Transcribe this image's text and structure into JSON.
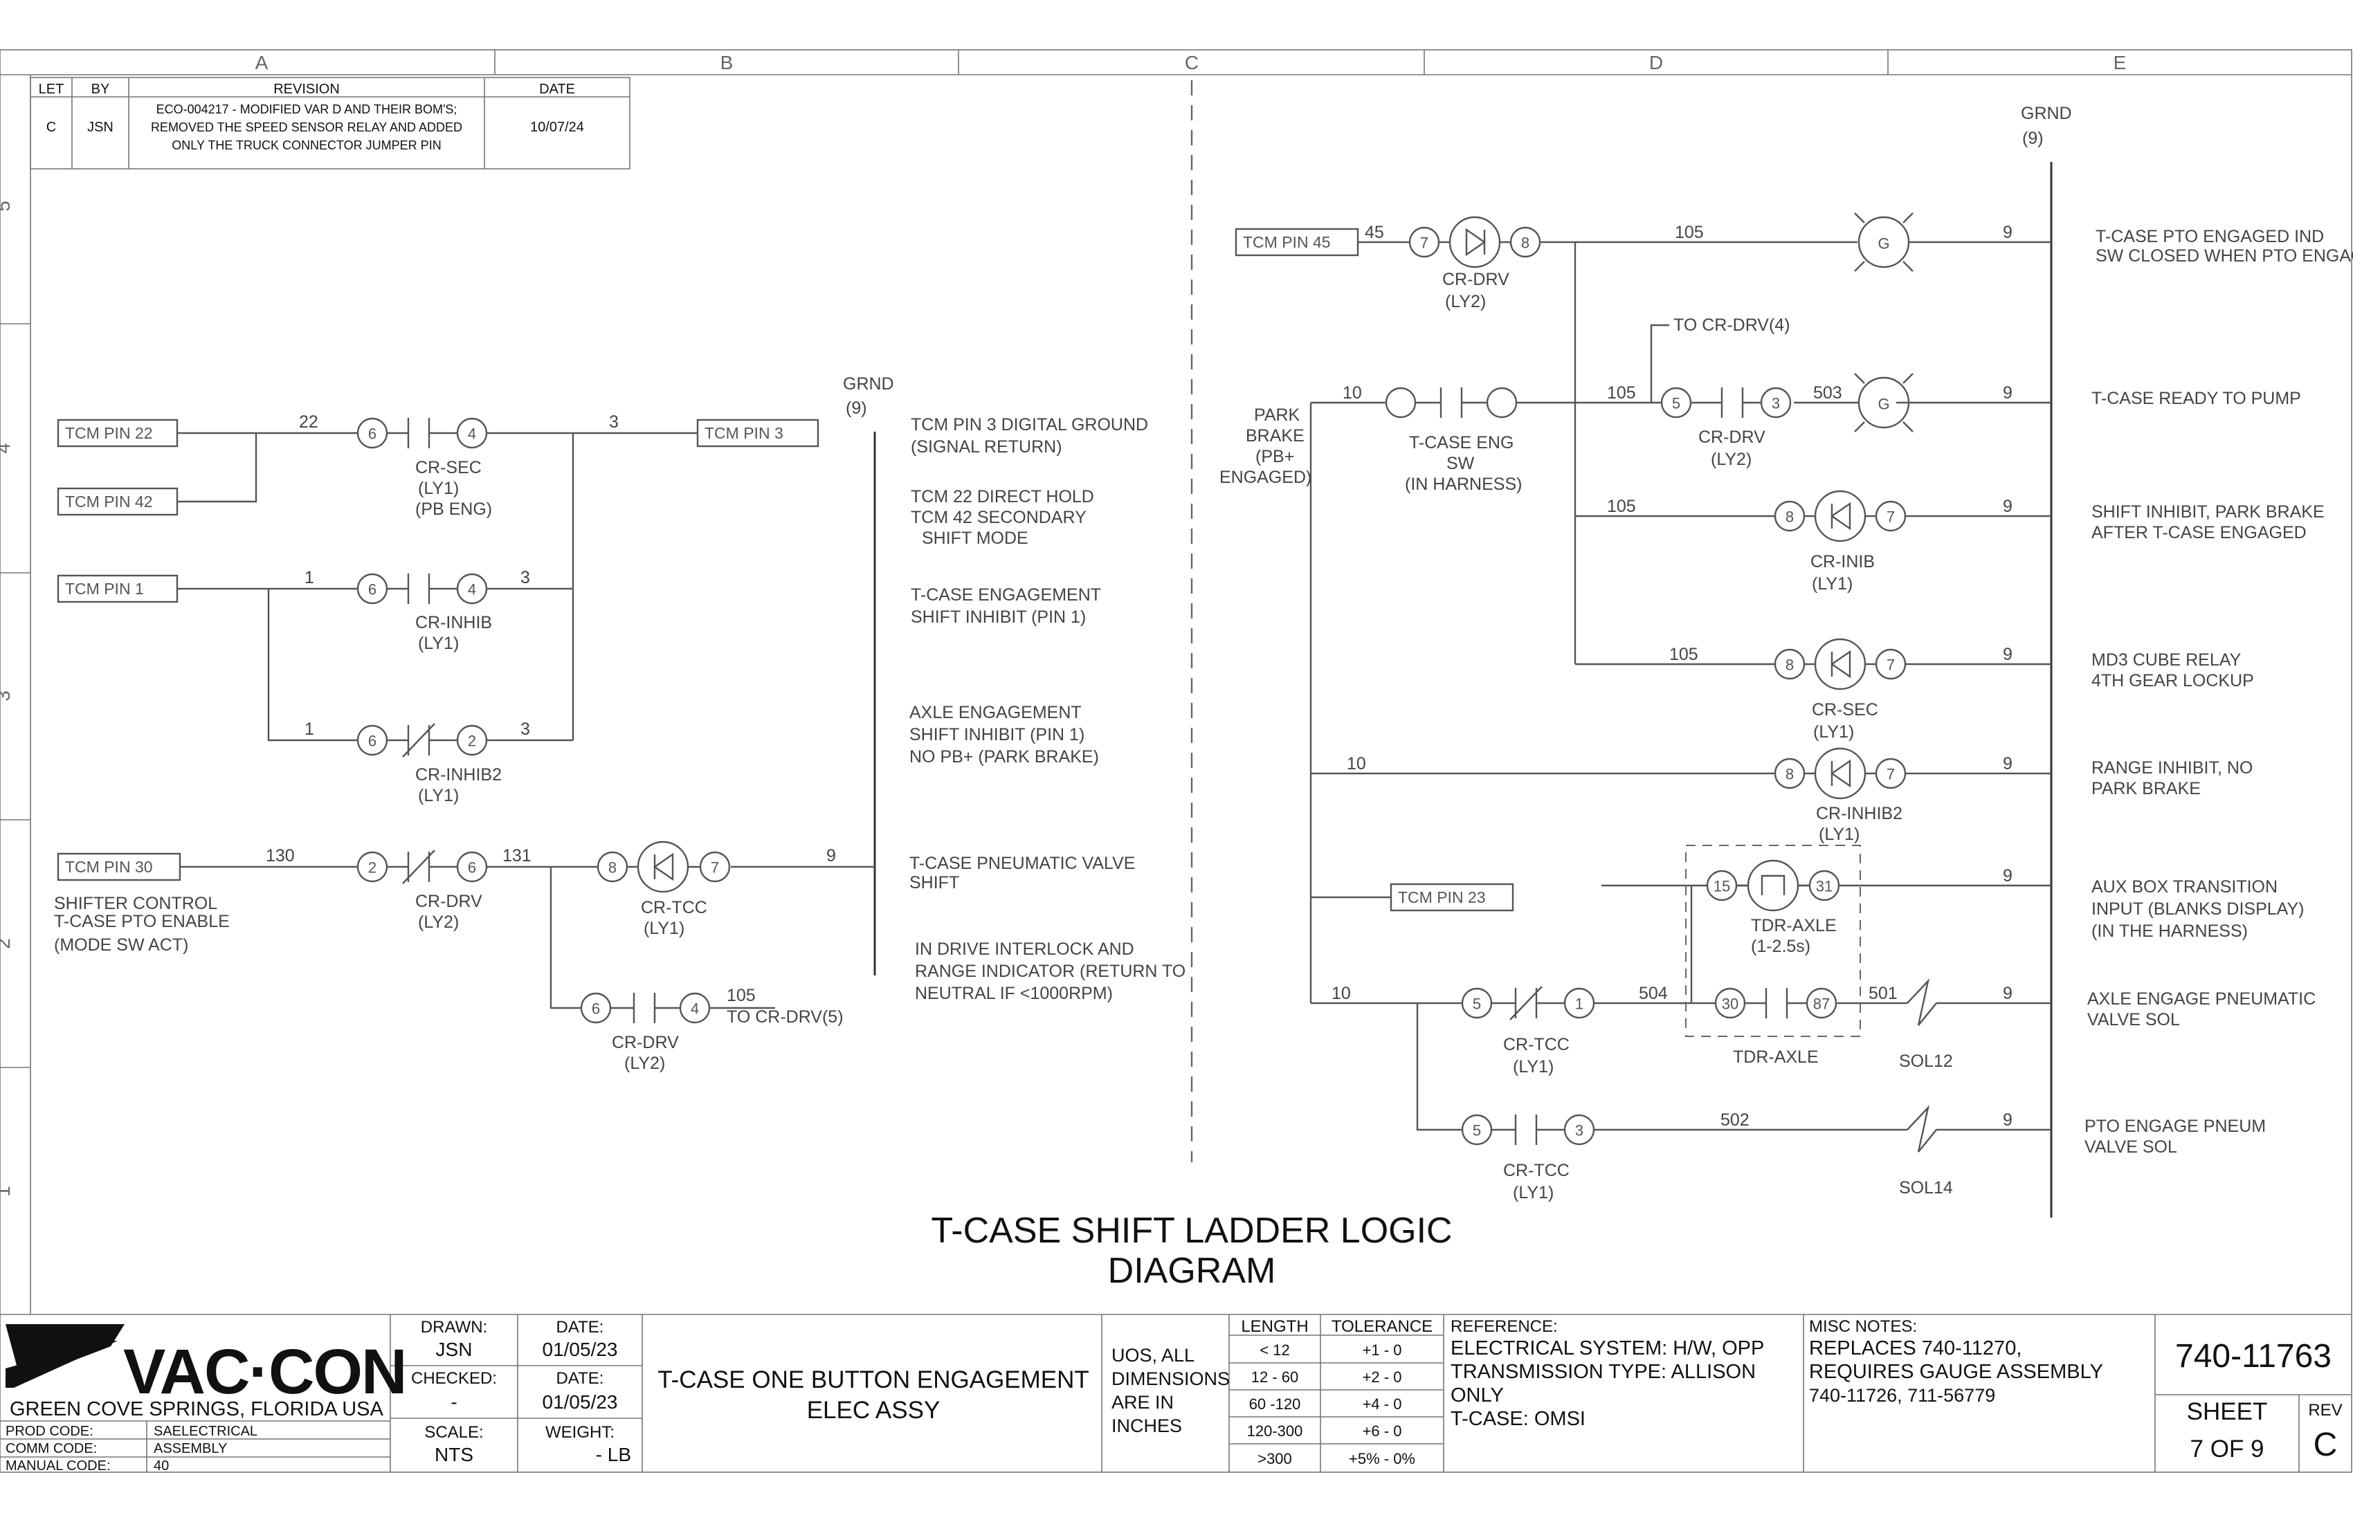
{
  "zones": {
    "columns": [
      "A",
      "B",
      "C",
      "D",
      "E"
    ],
    "rows": [
      "5",
      "4",
      "3",
      "2",
      "1"
    ]
  },
  "revision": {
    "headers": {
      "let": "LET",
      "by": "BY",
      "revision": "REVISION",
      "date": "DATE"
    },
    "row": {
      "let": "C",
      "by": "JSN",
      "text": [
        "ECO-004217 - MODIFIED VAR D AND THEIR BOM'S;",
        "REMOVED THE SPEED SENSOR RELAY AND ADDED",
        "ONLY THE TRUCK CONNECTOR JUMPER PIN"
      ],
      "date": "10/07/24"
    }
  },
  "left": {
    "grnd": [
      "GRND",
      "(9)"
    ],
    "tags": {
      "tcm22": "TCM PIN 22",
      "tcm42": "TCM PIN 42",
      "tcm3": "TCM PIN 3",
      "tcm1": "TCM PIN 1",
      "tcm30": "TCM PIN 30"
    },
    "wires": {
      "w22": "22",
      "w3a": "3",
      "w1a": "1",
      "w3b": "3",
      "w1b": "1",
      "w3c": "3",
      "w130": "130",
      "w131": "131",
      "w9": "9",
      "w105": "105"
    },
    "pins": {
      "a1": "6",
      "a2": "4",
      "b1": "6",
      "b2": "4",
      "c1": "6",
      "c2": "2",
      "d1": "2",
      "d2": "6",
      "e1": "8",
      "e2": "7",
      "f1": "6",
      "f2": "4"
    },
    "labels": {
      "crsec": [
        "CR-SEC",
        "(LY1)",
        "(PB ENG)"
      ],
      "crinhib": [
        "CR-INHIB",
        "(LY1)"
      ],
      "crinhib2": [
        "CR-INHIB2",
        "(LY1)"
      ],
      "crdrv": [
        "CR-DRV",
        "(LY2)"
      ],
      "crtcc": [
        "CR-TCC",
        "(LY1)"
      ],
      "crdrv2": [
        "CR-DRV",
        "(LY2)"
      ],
      "todrv": "TO CR-DRV(5)",
      "shifter": [
        "SHIFTER CONTROL",
        "T-CASE PTO ENABLE",
        "(MODE SW ACT)"
      ]
    },
    "descriptions": [
      [
        "TCM PIN 3 DIGITAL GROUND",
        "(SIGNAL RETURN)"
      ],
      [
        "TCM 22 DIRECT HOLD",
        "TCM 42 SECONDARY",
        "SHIFT MODE"
      ],
      [
        "T-CASE ENGAGEMENT",
        "SHIFT INHIBIT (PIN 1)"
      ],
      [
        "AXLE ENGAGEMENT",
        "SHIFT INHIBIT (PIN 1)",
        "NO PB+ (PARK BRAKE)"
      ],
      [
        "T-CASE PNEUMATIC VALVE",
        "SHIFT"
      ],
      [
        "IN DRIVE INTERLOCK AND",
        "RANGE INDICATOR (RETURN TO",
        "NEUTRAL IF <1000RPM)"
      ]
    ]
  },
  "right": {
    "grnd": [
      "GRND",
      "(9)"
    ],
    "tags": {
      "tcm45": "TCM PIN 45",
      "tcm23": "TCM PIN 23"
    },
    "wires": {
      "w45": "45",
      "w105a": "105",
      "w9a": "9",
      "w10a": "10",
      "w105b": "105",
      "w503": "503",
      "w9b": "9",
      "w105c": "105",
      "w9c": "9",
      "w105d": "105",
      "w9d": "9",
      "w10b": "10",
      "w9e": "9",
      "w9f": "9",
      "w10c": "10",
      "w504": "504",
      "w501": "501",
      "w9g": "9",
      "w502": "502",
      "w9h": "9"
    },
    "pins": {
      "r1a": "7",
      "r1b": "8",
      "r2a": "5",
      "r2b": "3",
      "r3a": "8",
      "r3b": "7",
      "r4a": "8",
      "r4b": "7",
      "r5a": "8",
      "r5b": "7",
      "r6a": "15",
      "r6b": "31",
      "r7a": "5",
      "r7b": "1",
      "r7c": "30",
      "r7d": "87",
      "r8a": "5",
      "r8b": "3"
    },
    "lampG": "G",
    "labels": {
      "crdrv1": [
        "CR-DRV",
        "(LY2)"
      ],
      "todrv4": "TO CR-DRV(4)",
      "park": [
        "PARK",
        "BRAKE",
        "(PB+",
        "ENGAGED)"
      ],
      "tcaseeng": [
        "T-CASE ENG",
        "SW",
        "(IN HARNESS)"
      ],
      "crdrv2": [
        "CR-DRV",
        "(LY2)"
      ],
      "crinib": [
        "CR-INIB",
        "(LY1)"
      ],
      "crsec": [
        "CR-SEC",
        "(LY1)"
      ],
      "crinhib2": [
        "CR-INHIB2",
        "(LY1)"
      ],
      "tdr": [
        "TDR-AXLE",
        "(1-2.5s)"
      ],
      "crtcc1": [
        "CR-TCC",
        "(LY1)"
      ],
      "tdraxle": "TDR-AXLE",
      "sol12": "SOL12",
      "crtcc2": [
        "CR-TCC",
        "(LY1)"
      ],
      "sol14": "SOL14"
    },
    "descriptions": [
      [
        "T-CASE PTO ENGAGED IND",
        "SW CLOSED WHEN PTO ENGAGED"
      ],
      [
        "T-CASE READY TO PUMP"
      ],
      [
        "SHIFT INHIBIT, PARK BRAKE",
        "AFTER T-CASE ENGAGED"
      ],
      [
        "MD3 CUBE RELAY",
        "4TH GEAR LOCKUP"
      ],
      [
        "RANGE INHIBIT, NO",
        "PARK BRAKE"
      ],
      [
        "AUX BOX TRANSITION",
        "INPUT (BLANKS DISPLAY)",
        "(IN THE HARNESS)"
      ],
      [
        "AXLE ENGAGE PNEUMATIC",
        "VALVE SOL"
      ],
      [
        "PTO ENGAGE PNEUM",
        "VALVE SOL"
      ]
    ]
  },
  "title": [
    "T-CASE SHIFT LADDER LOGIC",
    "DIAGRAM"
  ],
  "titleblock": {
    "logo": "VAC·CON",
    "location": "GREEN COVE SPRINGS, FLORIDA USA",
    "codes": [
      [
        "PROD CODE:",
        "SAELECTRICAL"
      ],
      [
        "COMM CODE:",
        "ASSEMBLY"
      ],
      [
        "MANUAL CODE:",
        "40"
      ]
    ],
    "drawn_label": "DRAWN:",
    "drawn": "JSN",
    "date_label": "DATE:",
    "drawn_date": "01/05/23",
    "checked_label": "CHECKED:",
    "checked": "-",
    "checked_date": "01/05/23",
    "scale_label": "SCALE:",
    "scale": "NTS",
    "weight_label": "WEIGHT:",
    "weight": "- LB",
    "name": [
      "T-CASE ONE BUTTON ENGAGEMENT",
      "ELEC ASSY"
    ],
    "uos": [
      "UOS, ALL",
      "DIMENSIONS",
      "ARE IN",
      "INCHES"
    ],
    "tol_headers": [
      "LENGTH",
      "TOLERANCE"
    ],
    "tolerances": [
      [
        "< 12",
        "+1 - 0"
      ],
      [
        "12 - 60",
        "+2 - 0"
      ],
      [
        "60 -120",
        "+4 - 0"
      ],
      [
        "120-300",
        "+6 - 0"
      ],
      [
        ">300",
        "+5% - 0%"
      ]
    ],
    "reference_label": "REFERENCE:",
    "reference": [
      "ELECTRICAL SYSTEM: H/W, OPP",
      "TRANSMISSION TYPE: ALLISON",
      "ONLY",
      "T-CASE: OMSI"
    ],
    "misc_label": "MISC NOTES:",
    "misc": [
      "REPLACES 740-11270,",
      "REQUIRES GAUGE ASSEMBLY",
      "740-11726, 711-56779"
    ],
    "dwg": "740-11763",
    "sheet_label": "SHEET",
    "sheet": "7 OF 9",
    "rev_label": "REV",
    "rev": "C"
  }
}
